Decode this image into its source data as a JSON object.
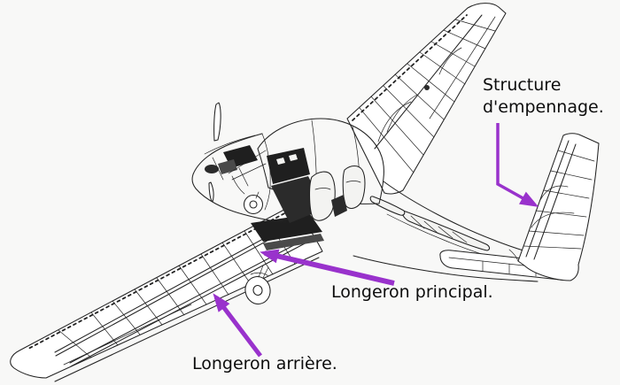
{
  "colors": {
    "background": "#f8f8f7",
    "ink": "#222222",
    "accent": "#9932cc",
    "text": "#0d0d0d"
  },
  "figure": {
    "subject": "aircraft-cutaway-line-drawing"
  },
  "annotations": [
    {
      "id": "empennage-structure",
      "label": "Structure\nd'empennage.",
      "arrow_points": "562,139 562,208 603,231"
    },
    {
      "id": "main-spar",
      "label": "Longeron principal.",
      "arrow_points": "445,320 299,286"
    },
    {
      "id": "rear-spar",
      "label": "Longeron arrière.",
      "arrow_points": "294,402 244,336"
    }
  ]
}
